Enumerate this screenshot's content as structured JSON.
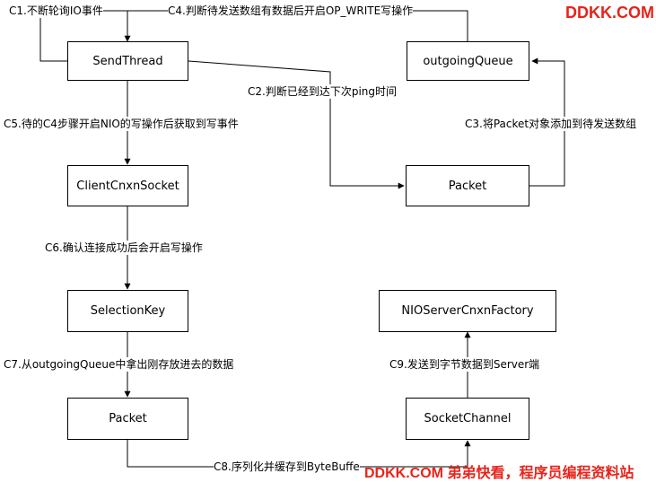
{
  "watermark_top": "DDKK.COM",
  "watermark_bottom": "DDKK.COM 弟弟快看，程序员编程资料站",
  "nodes": {
    "send_thread": "SendThread",
    "outgoing_queue": "outgoingQueue",
    "packet_right": "Packet",
    "client_cnxn_socket": "ClientCnxnSocket",
    "selection_key": "SelectionKey",
    "packet_left": "Packet",
    "nio_server_cnxn_factory": "NIOServerCnxnFactory",
    "socket_channel": "SocketChannel"
  },
  "edges": {
    "c1": "C1.不断轮询IO事件",
    "c2": "C2.判断已经到达下次ping时间",
    "c3": "C3.将Packet对象添加到待发送数组",
    "c4": "C4.判断待发送数组有数据后开启OP_WRITE写操作",
    "c5": "C5.待的C4步骤开启NIO的写操作后获取到写事件",
    "c6": "C6.确认连接成功后会开启写操作",
    "c7": "C7.从outgoingQueue中拿出刚存放进去的数据",
    "c8": "C8.序列化并缓存到ByteBuffe",
    "c9": "C9.发送到字节数据到Server端"
  }
}
